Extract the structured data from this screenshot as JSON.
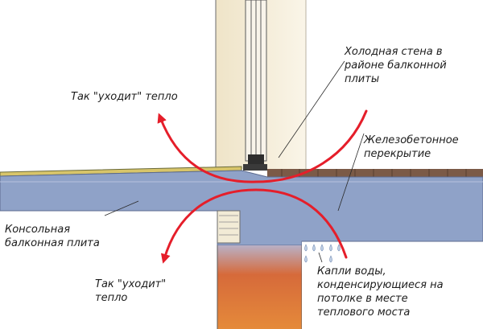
{
  "labels": {
    "heat_loss_top": "Так \"уходит\" тепло",
    "cold_wall": "Холодная стена в\nрайоне балконной\nплиты",
    "rc_slab": "Железобетонное\nперекрытие",
    "cantilever_slab": "Консольная\nбалконная плита",
    "heat_loss_bottom": "Так \"уходит\"\nтепло",
    "water_drops": "Капли воды,\nконденсирующиеся на\nпотолке в месте\nтеплового моста"
  },
  "colors": {
    "slab_blue": "#8fa2c8",
    "wall_cream": "#f6efdc",
    "heat_arrow": "#e51e2a",
    "floor_brown": "#6b4a3a",
    "warm_room": "#d9683a"
  },
  "icons": [
    "heat-arrow-up-left",
    "heat-arrow-down-left",
    "heat-arrow-up-right",
    "heat-arrow-down-right",
    "water-drop"
  ]
}
